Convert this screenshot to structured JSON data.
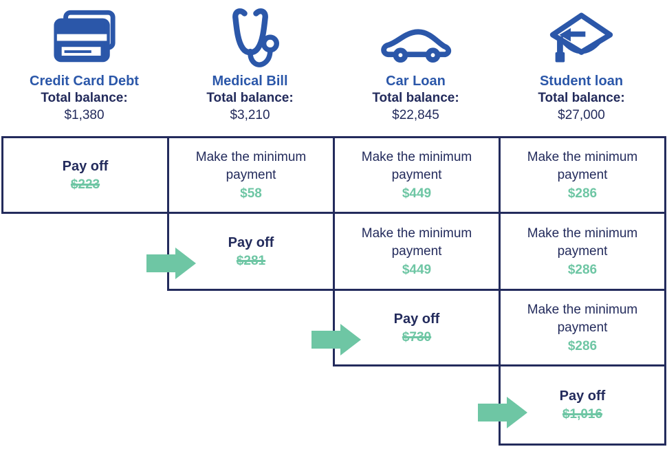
{
  "palette": {
    "icon_and_title_blue": "#2B57A9",
    "text_and_border_navy": "#232B5C",
    "amount_green": "#6EC6A4",
    "background": "#FFFFFF"
  },
  "columns": [
    {
      "icon": "credit-card-icon",
      "title": "Credit Card Debt",
      "balance_label": "Total balance:",
      "balance": "$1,380"
    },
    {
      "icon": "stethoscope-icon",
      "title": "Medical Bill",
      "balance_label": "Total balance:",
      "balance": "$3,210"
    },
    {
      "icon": "car-icon",
      "title": "Car Loan",
      "balance_label": "Total balance:",
      "balance": "$22,845"
    },
    {
      "icon": "graduation-cap-icon",
      "title": "Student loan",
      "balance_label": "Total balance:",
      "balance": "$27,000"
    }
  ],
  "cells": [
    {
      "row": 1,
      "col": 1,
      "kind": "payoff",
      "label": "Pay off",
      "amount": "$223",
      "struck": true,
      "arrow": false
    },
    {
      "row": 1,
      "col": 2,
      "kind": "minimum",
      "label": "Make the minimum payment",
      "amount": "$58",
      "struck": false,
      "arrow": false
    },
    {
      "row": 1,
      "col": 3,
      "kind": "minimum",
      "label": "Make the minimum payment",
      "amount": "$449",
      "struck": false,
      "arrow": false
    },
    {
      "row": 1,
      "col": 4,
      "kind": "minimum",
      "label": "Make the minimum payment",
      "amount": "$286",
      "struck": false,
      "arrow": false
    },
    {
      "row": 2,
      "col": 2,
      "kind": "payoff",
      "label": "Pay off",
      "amount": "$281",
      "struck": true,
      "arrow": true
    },
    {
      "row": 2,
      "col": 3,
      "kind": "minimum",
      "label": "Make the minimum payment",
      "amount": "$449",
      "struck": false,
      "arrow": false
    },
    {
      "row": 2,
      "col": 4,
      "kind": "minimum",
      "label": "Make the minimum payment",
      "amount": "$286",
      "struck": false,
      "arrow": false
    },
    {
      "row": 3,
      "col": 3,
      "kind": "payoff",
      "label": "Pay off",
      "amount": "$730",
      "struck": true,
      "arrow": true
    },
    {
      "row": 3,
      "col": 4,
      "kind": "minimum",
      "label": "Make the minimum payment",
      "amount": "$286",
      "struck": false,
      "arrow": false
    },
    {
      "row": 4,
      "col": 4,
      "kind": "payoff",
      "label": "Pay off",
      "amount": "$1,016",
      "struck": true,
      "arrow": true
    }
  ]
}
